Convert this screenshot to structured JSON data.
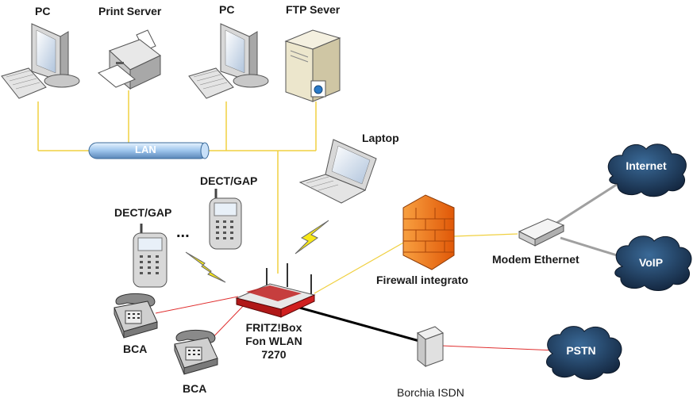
{
  "labels": {
    "pc1": "PC",
    "print_server": "Print Server",
    "pc2": "PC",
    "ftp_server": "FTP Sever",
    "lan": "LAN",
    "laptop": "Laptop",
    "dect_gap_right": "DECT/GAP",
    "dect_gap_left": "DECT/GAP",
    "ellipsis": "...",
    "firewall": "Firewall integrato",
    "modem": "Modem Ethernet",
    "internet": "Internet",
    "voip": "VoIP",
    "fritzbox_line1": "FRITZ!Box",
    "fritzbox_line2": "Fon WLAN",
    "fritzbox_line3": "7270",
    "bca1": "BCA",
    "bca2": "BCA",
    "pstn": "PSTN",
    "isdn": "Borchia ISDN"
  },
  "colors": {
    "lan_line": "#f0d040",
    "phone_line": "#e03030",
    "modem_line": "#a0a0a0",
    "isdn_line": "#000000",
    "cloud_fill": "#1f3a5a",
    "router_red": "#b01818",
    "firewall_orange": "#f07010",
    "bolt_yellow": "#f8e818"
  }
}
